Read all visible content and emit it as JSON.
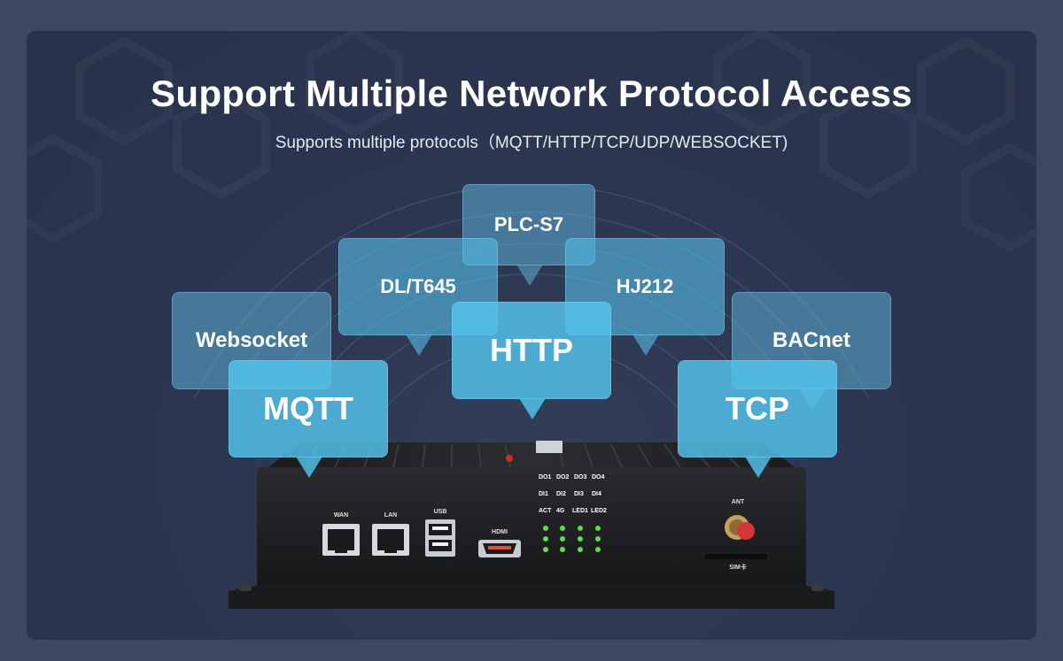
{
  "header": {
    "title": "Support Multiple Network Protocol Access",
    "subtitle": "Supports multiple protocols（MQTT/HTTP/TCP/UDP/WEBSOCKET)"
  },
  "protocols": {
    "plc_s7": "PLC-S7",
    "dlt645": "DL/T645",
    "hj212": "HJ212",
    "websocket": "Websocket",
    "http": "HTTP",
    "bacnet": "BACnet",
    "mqtt": "MQTT",
    "tcp": "TCP"
  },
  "device": {
    "ports": {
      "wan": "WAN",
      "lan": "LAN",
      "usb": "USB",
      "hdmi": "HDMI",
      "ant": "ANT",
      "sim": "SIM卡"
    },
    "led_labels": {
      "row1": [
        "DO1",
        "DO2",
        "DO3",
        "DO4"
      ],
      "row2": [
        "DI1",
        "DI2",
        "DI3",
        "DI4"
      ],
      "row3": [
        "ACT",
        "4G",
        "LED1",
        "LED2"
      ]
    }
  },
  "colors": {
    "background": "#3b4763",
    "panel": "#2b3550",
    "bubble": "#56bae4",
    "led_green": "#5be04a"
  }
}
